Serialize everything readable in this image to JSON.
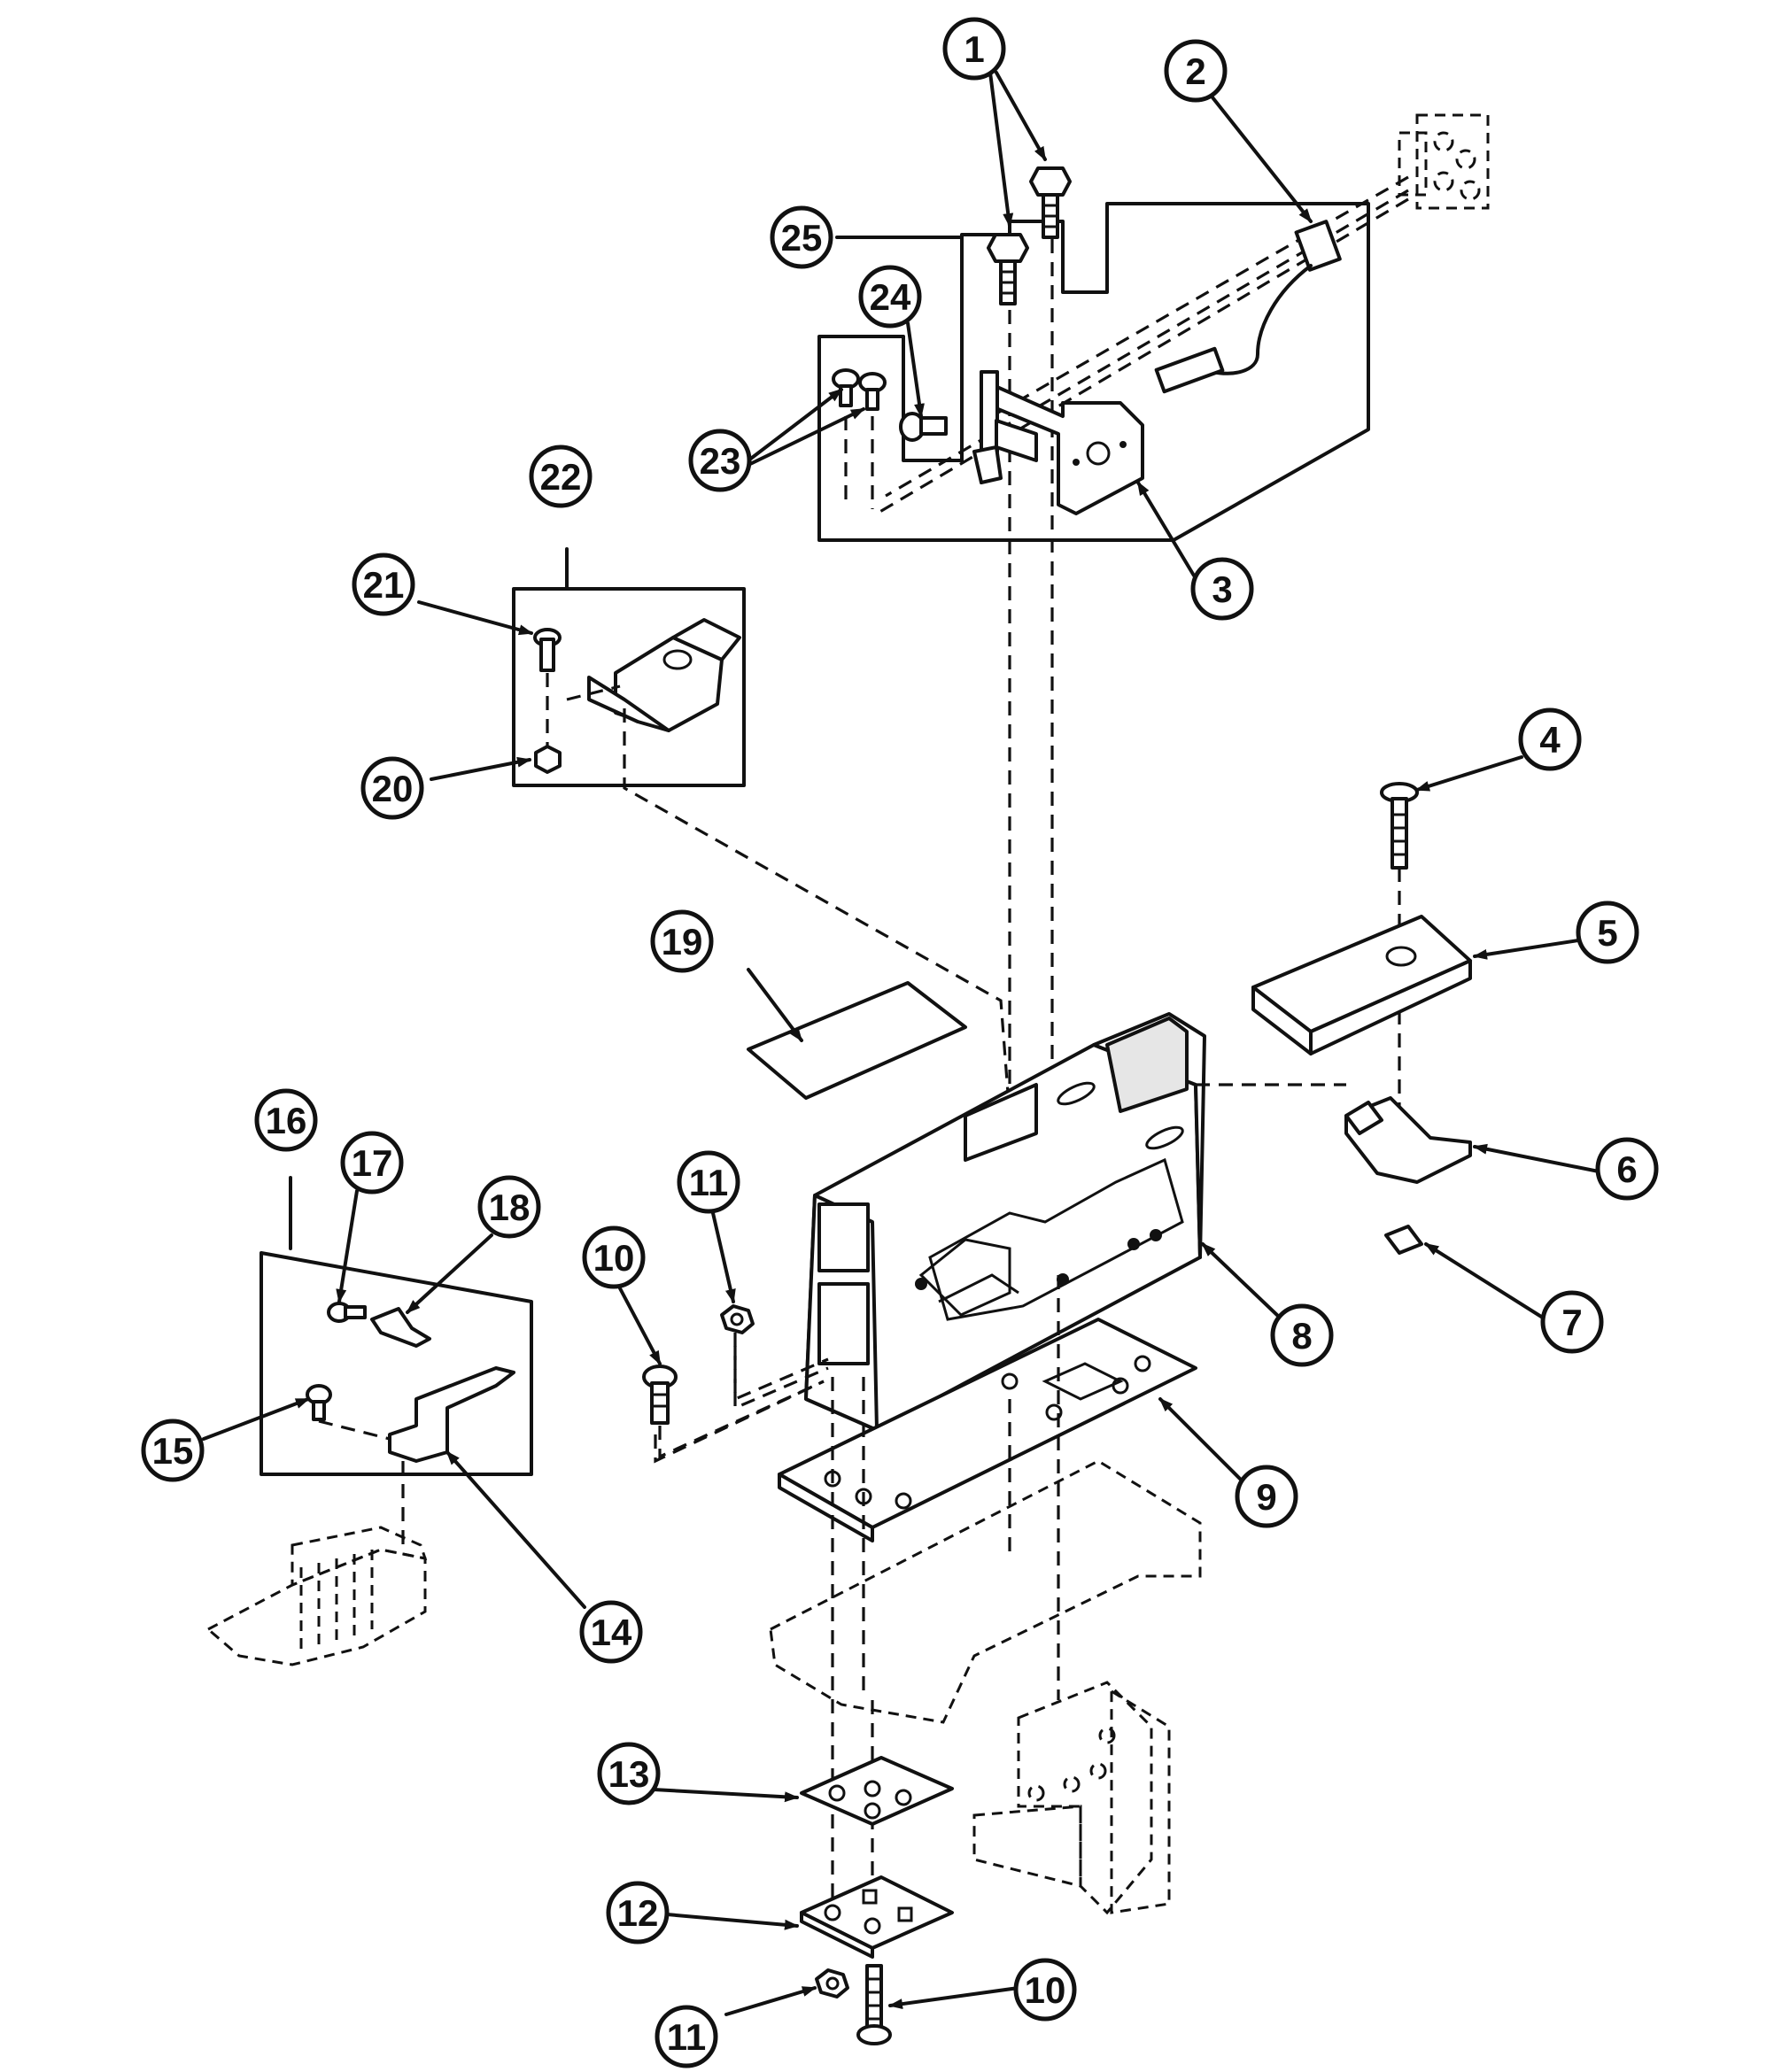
{
  "callouts": [
    {
      "id": "c1",
      "label": "1"
    },
    {
      "id": "c2",
      "label": "2"
    },
    {
      "id": "c3",
      "label": "3"
    },
    {
      "id": "c4",
      "label": "4"
    },
    {
      "id": "c5",
      "label": "5"
    },
    {
      "id": "c6",
      "label": "6"
    },
    {
      "id": "c7",
      "label": "7"
    },
    {
      "id": "c8",
      "label": "8"
    },
    {
      "id": "c9",
      "label": "9"
    },
    {
      "id": "c10a",
      "label": "10"
    },
    {
      "id": "c10b",
      "label": "10"
    },
    {
      "id": "c11a",
      "label": "11"
    },
    {
      "id": "c11b",
      "label": "11"
    },
    {
      "id": "c12",
      "label": "12"
    },
    {
      "id": "c13",
      "label": "13"
    },
    {
      "id": "c14",
      "label": "14"
    },
    {
      "id": "c15",
      "label": "15"
    },
    {
      "id": "c16",
      "label": "16"
    },
    {
      "id": "c17",
      "label": "17"
    },
    {
      "id": "c18",
      "label": "18"
    },
    {
      "id": "c19",
      "label": "19"
    },
    {
      "id": "c20",
      "label": "20"
    },
    {
      "id": "c21",
      "label": "21"
    },
    {
      "id": "c22",
      "label": "22"
    },
    {
      "id": "c23",
      "label": "23"
    },
    {
      "id": "c24",
      "label": "24"
    },
    {
      "id": "c25",
      "label": "25"
    }
  ]
}
